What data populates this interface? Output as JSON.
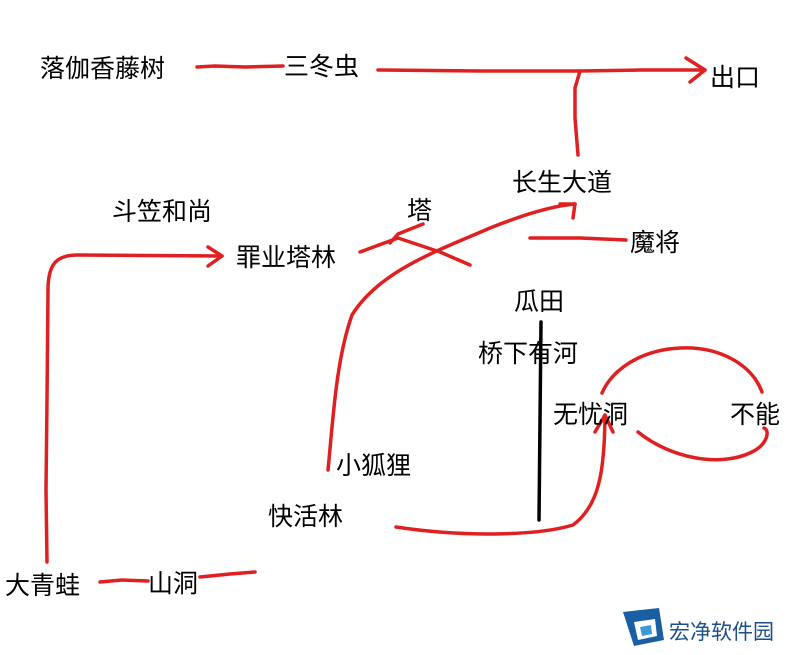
{
  "nodes": {
    "luojia_xiangteng_shu": "落伽香藤树",
    "sandong_chong": "三冬虫",
    "chukou": "出口",
    "changsheng_dadao": "长生大道",
    "doulì_heshang": "斗笠和尚",
    "ta": "塔",
    "zuiye_talin": "罪业塔林",
    "mojiang": "魔将",
    "guatian": "瓜田",
    "qiaoxia_youhe": "桥下有河",
    "wuyou_dong": "无忧洞",
    "buneng": "不能",
    "xiaohuli": "小狐狸",
    "kuaihuolin": "快活林",
    "daqingwa": "大青蛙",
    "shandong": "山洞"
  },
  "watermark": {
    "text": "宏净软件园",
    "icon": "shield-logo-icon",
    "color": "#1a4f8a"
  },
  "colors": {
    "edge": "#e02020",
    "text": "#000000",
    "background": "#ffffff"
  }
}
